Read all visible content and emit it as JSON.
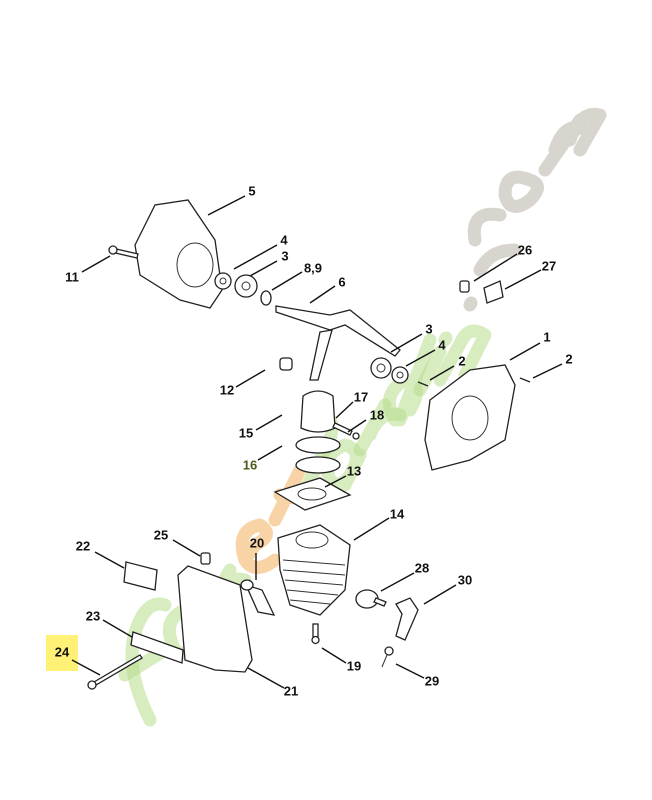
{
  "diagram": {
    "type": "exploded parts diagram",
    "watermark": "foretjardin.com",
    "highlight_color": "#fff176",
    "highlighted_part": "24",
    "labels": {
      "l1": "1",
      "l2a": "2",
      "l2b": "2",
      "l3a": "3",
      "l3b": "3",
      "l4a": "4",
      "l4b": "4",
      "l5": "5",
      "l6": "6",
      "l89": "8,9",
      "l11": "11",
      "l12": "12",
      "l13": "13",
      "l14": "14",
      "l15": "15",
      "l16": "16",
      "l17": "17",
      "l18": "18",
      "l19": "19",
      "l20": "20",
      "l21": "21",
      "l22": "22",
      "l23": "23",
      "l24": "24",
      "l25": "25",
      "l26": "26",
      "l27": "27",
      "l28": "28",
      "l29": "29",
      "l30": "30"
    }
  }
}
